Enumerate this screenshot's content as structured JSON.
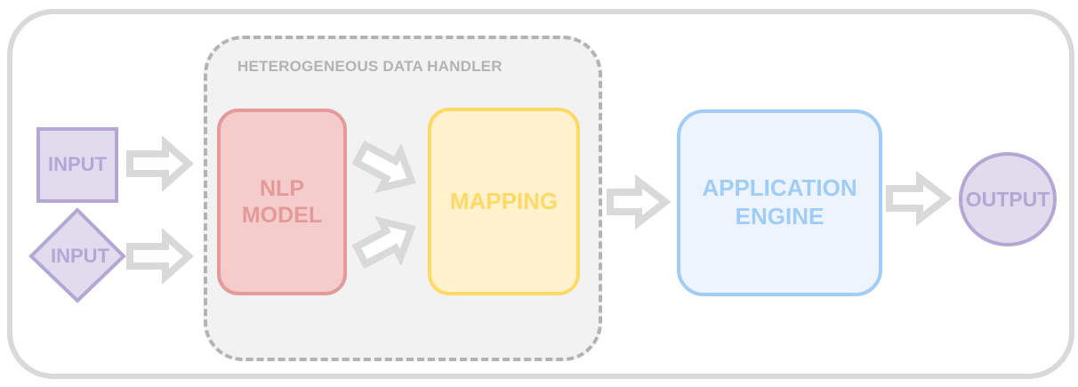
{
  "diagram": {
    "container_title": "HETEROGENEOUS DATA HANDLER",
    "inputs": [
      {
        "label": "INPUT",
        "shape": "square"
      },
      {
        "label": "INPUT",
        "shape": "diamond"
      }
    ],
    "nlp_model": {
      "line1": "NLP",
      "line2": "MODEL"
    },
    "mapping": {
      "label": "MAPPING"
    },
    "application_engine": {
      "line1": "APPLICATION",
      "line2": "ENGINE"
    },
    "output": {
      "label": "OUTPUT"
    },
    "arrow_icon": "thick-outline-arrow-icon"
  },
  "colors": {
    "frame_border": "#d9d9d9",
    "handler_border": "#b3b3b3",
    "handler_fill": "#f2f2f2",
    "arrow_stroke": "#d9d9d9",
    "nlp_border": "#e59a9a",
    "nlp_fill": "#f4cccc",
    "mapping_border": "#ffd966",
    "mapping_fill": "#fff2cc",
    "engine_border": "#9fcdf7",
    "engine_fill": "#edf4fd",
    "io_border": "#b4a7d6",
    "io_fill": "#e0dcee"
  }
}
